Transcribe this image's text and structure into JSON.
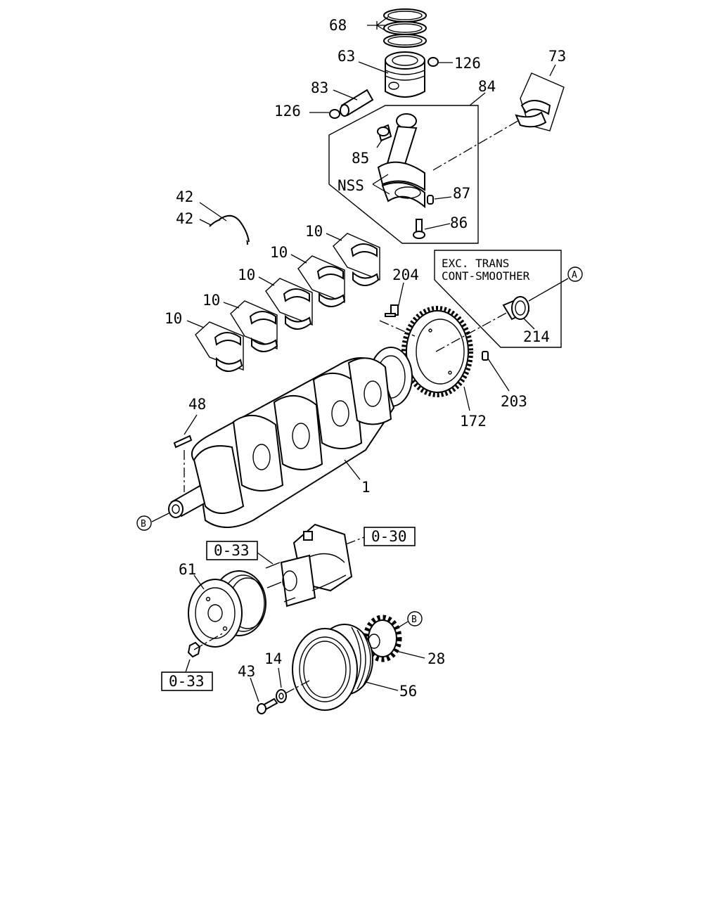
{
  "diagram": {
    "type": "exploded-parts-diagram",
    "labels": {
      "rings": "68",
      "piston": "63",
      "snap_ring_upper": "126",
      "snap_ring_lower": "126",
      "piston_pin": "83",
      "conrod_assy": "84",
      "bushing": "85",
      "conrod_nss": "NSS",
      "dowel": "87",
      "conrod_bolt": "86",
      "conrod_bearing": "73",
      "thrust_washer_a": "42",
      "thrust_washer_b": "42",
      "main_bearing_1": "10",
      "main_bearing_2": "10",
      "main_bearing_3": "10",
      "main_bearing_4": "10",
      "main_bearing_5": "10",
      "gear_bolt": "204",
      "crank_sleeve": "214",
      "gear_pin": "203",
      "timing_gear": "172",
      "key": "48",
      "crankshaft": "1",
      "pulley": "61",
      "damper_washer": "14",
      "damper_bolt": "43",
      "crank_gear": "28",
      "damper": "56"
    },
    "note": {
      "line1": "EXC. TRANS",
      "line2": "CONT-SMOOTHER"
    },
    "refs": {
      "ref_a_top": "A",
      "ref_b_crank": "B",
      "ref_b_gear": "B",
      "box_water_pump": "0-30",
      "box_pump_bolt": "0-33",
      "box_pulley_nut": "0-33"
    }
  }
}
